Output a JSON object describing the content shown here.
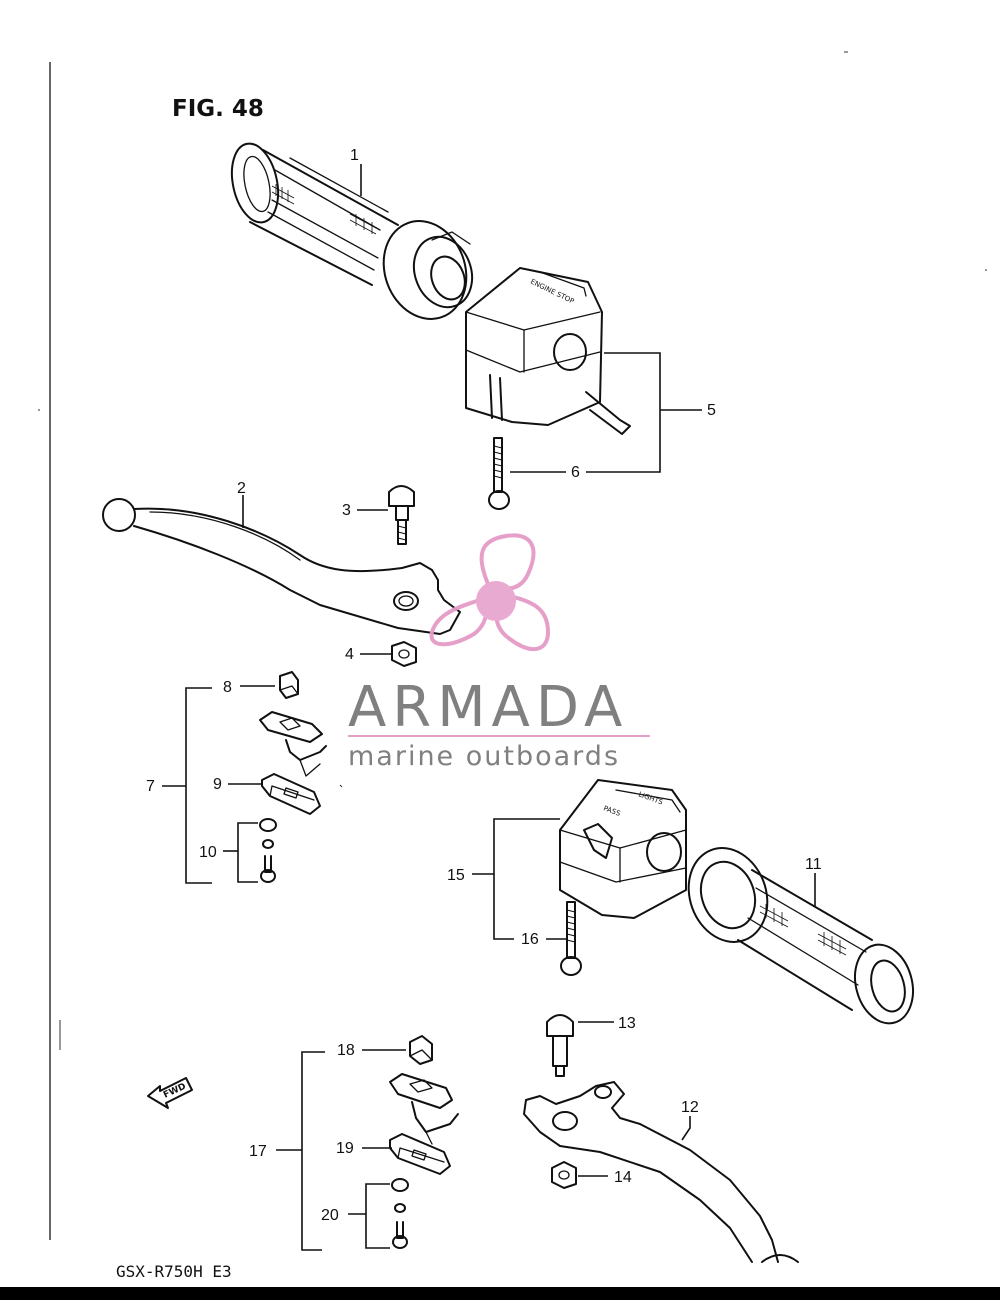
{
  "figure": {
    "title": "FIG. 48",
    "model_code": "GSX-R750H E3"
  },
  "watermark": {
    "brand": "ARMADA",
    "tagline": "marine outboards",
    "brand_color": "#7a7a7a",
    "logo_color": "#e59ac6",
    "logo_core_color": "#e8a6cf"
  },
  "part_labels": [
    "1",
    "2",
    "3",
    "4",
    "5",
    "6",
    "7",
    "8",
    "9",
    "10",
    "11",
    "12",
    "13",
    "14",
    "15",
    "16",
    "17",
    "18",
    "19",
    "20"
  ],
  "housing_text": {
    "left_switch": "ENGINE STOP",
    "right_switch": "LIGHTS",
    "pass_button": "PASS"
  },
  "fwd_arrow_label": "FWD"
}
